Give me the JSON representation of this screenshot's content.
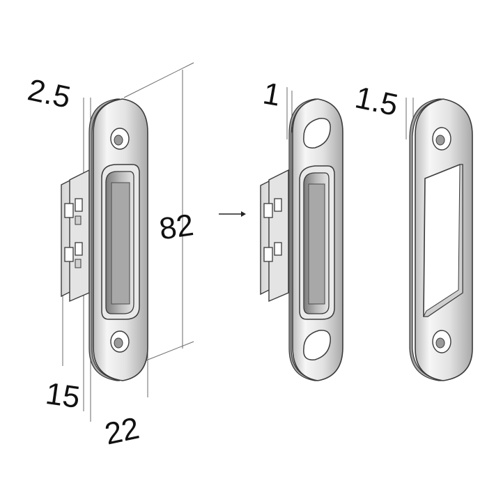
{
  "diagram": {
    "dimensions": {
      "thickness_original": "2.5",
      "height": "82",
      "depth": "15",
      "width": "22",
      "thickness_option_a": "1",
      "thickness_option_b": "1.5"
    },
    "arrow": "→",
    "colors": {
      "metal_light": "#f4f4f4",
      "metal_mid": "#cfcfcf",
      "metal_dark": "#8f8f8f",
      "outline": "#3a3a3a",
      "dimension_line": "#555555"
    }
  }
}
